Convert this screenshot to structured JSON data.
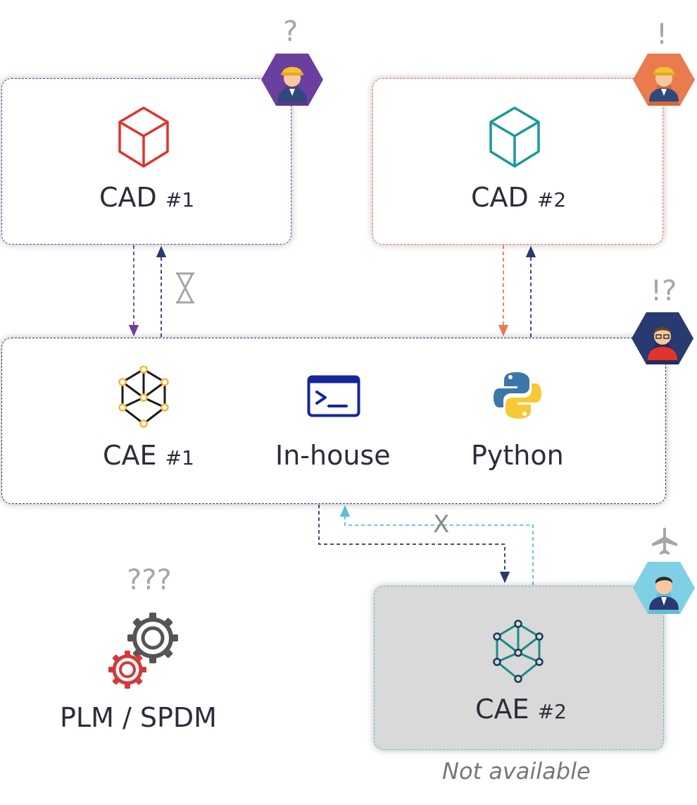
{
  "colors": {
    "purple": "#6b3fa0",
    "orange": "#ea7b4e",
    "navy": "#283a6f",
    "cyan": "#55c0d8",
    "red": "#e1332c",
    "teal": "#1a9a96",
    "gold": "#f6b73c",
    "blue": "#15279c",
    "gray": "#a6a6a6"
  },
  "nodes": {
    "cad1": {
      "name": "CAD",
      "num": "#1",
      "icon": "cube-icon"
    },
    "cad2": {
      "name": "CAD",
      "num": "#2",
      "icon": "cube-icon"
    },
    "cae1": {
      "name": "CAE",
      "num": "#1",
      "icon": "mesh-cube-icon"
    },
    "inhouse": {
      "name": "In-house",
      "icon": "terminal-icon"
    },
    "python": {
      "name": "Python",
      "icon": "python-icon"
    },
    "cae2": {
      "name": "CAE",
      "num": "#2",
      "icon": "mesh-cube-icon",
      "status": "Not available"
    },
    "plm": {
      "name": "PLM / SPDM",
      "icon": "gears-icon"
    }
  },
  "marks": {
    "engineer_purple": "?",
    "engineer_orange": "!",
    "analyst": "!?",
    "plm": "???",
    "broken_link": "X"
  },
  "avatars": [
    {
      "role": "engineer-purple",
      "color": "#6b3fa0",
      "icon": "engineer-hardhat-icon"
    },
    {
      "role": "engineer-orange",
      "color": "#ea7b4e",
      "icon": "engineer-hardhat-icon"
    },
    {
      "role": "analyst",
      "color": "#283a6f",
      "icon": "analyst-icon"
    },
    {
      "role": "traveler",
      "color": "#7fd0e6",
      "icon": "businessman-icon",
      "badge": "airplane-icon"
    }
  ]
}
